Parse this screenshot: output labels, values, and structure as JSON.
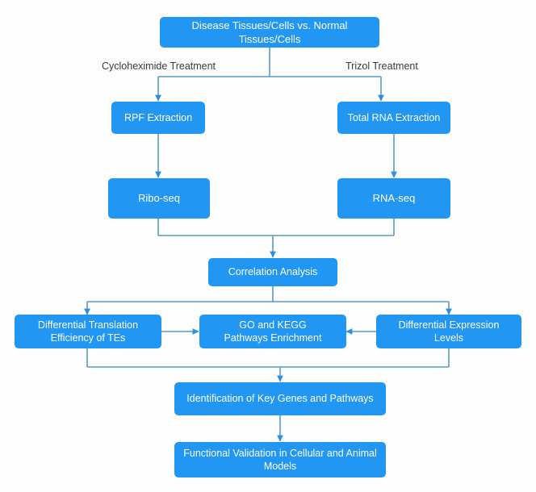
{
  "diagram": {
    "title": "Ribo-seq and RNA-seq experimental workflow flowchart",
    "background_color": "#fdfdfd",
    "node_fill_color": "#2196f3",
    "node_text_color": "#ffffff",
    "connector_color": "#5b9bc0",
    "arrowhead_color": "#2d8fe0",
    "label_text_color": "#3a3a3a"
  },
  "nodes": {
    "source": "Disease Tissues/Cells vs. Normal Tissues/Cells",
    "rpf_extraction": "RPF  Extraction",
    "total_rna_extraction": "Total RNA Extraction",
    "ribo_seq": "Ribo-seq",
    "rna_seq": "RNA-seq",
    "correlation_analysis": "Correlation Analysis",
    "differential_translation": "Differential Translation\nEfficiency of  TEs",
    "go_kegg": "GO and KEGG\nPathways Enrichment",
    "differential_expression": "Differential Expression Levels",
    "identification": "Identification of Key Genes and Pathways",
    "functional_validation": "Functional Validation in Cellular and Animal\nModels"
  },
  "edge_labels": {
    "cycloheximide": "Cycloheximide Treatment",
    "trizol": "Trizol Treatment"
  }
}
